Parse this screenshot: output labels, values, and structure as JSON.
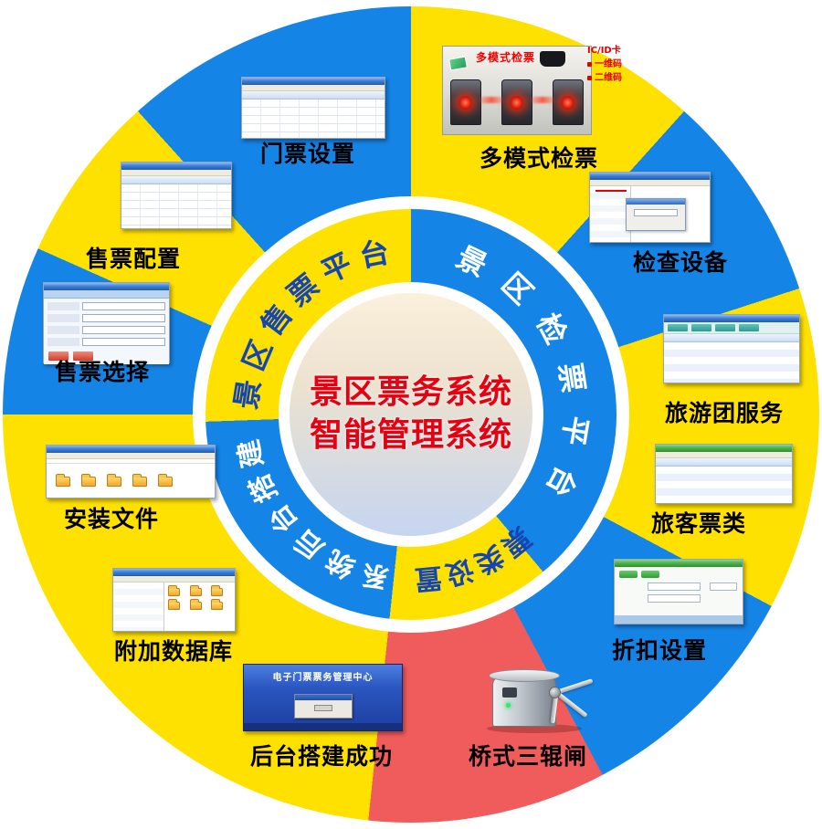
{
  "center": {
    "line1": "景区票务系统",
    "line2": "智能管理系统"
  },
  "inner_ring": {
    "segments": [
      {
        "id": "ticket-sales-platform",
        "label": "景区售票平台"
      },
      {
        "id": "ticket-check-platform",
        "label": "景区检票平台"
      },
      {
        "id": "ticket-type-setup",
        "label": "票类设置"
      },
      {
        "id": "system-backend-setup",
        "label": "系统后台搭建"
      }
    ]
  },
  "outer_ring": {
    "items": [
      {
        "id": "ticket-settings",
        "label": "门票设置"
      },
      {
        "id": "multi-mode-check",
        "label": "多模式检票"
      },
      {
        "id": "check-device",
        "label": "检查设备"
      },
      {
        "id": "tour-group-service",
        "label": "旅游团服务"
      },
      {
        "id": "passenger-ticket-types",
        "label": "旅客票类"
      },
      {
        "id": "discount-settings",
        "label": "折扣设置"
      },
      {
        "id": "bridge-tripod-turnstile",
        "label": "桥式三辊闸"
      },
      {
        "id": "backend-setup-success",
        "label": "后台搭建成功"
      },
      {
        "id": "attach-database",
        "label": "附加数据库"
      },
      {
        "id": "install-files",
        "label": "安装文件"
      },
      {
        "id": "ticket-sale-select",
        "label": "售票选择"
      },
      {
        "id": "ticket-sale-config",
        "label": "售票配置"
      }
    ]
  },
  "annotations": {
    "multi_mode_title": "多模式检票",
    "card_items": [
      "IC/ID卡",
      "一维码",
      "二维码"
    ]
  },
  "backend_window": {
    "title": "电子门票票务管理中心"
  },
  "colors": {
    "wedge_yellow": "#ffe100",
    "wedge_blue": "#1484e6",
    "wedge_red": "#f05b5b",
    "center_text_red": "#e60012",
    "inner_text_blue": "#1545b2",
    "inner_text_white": "#ffffff"
  }
}
